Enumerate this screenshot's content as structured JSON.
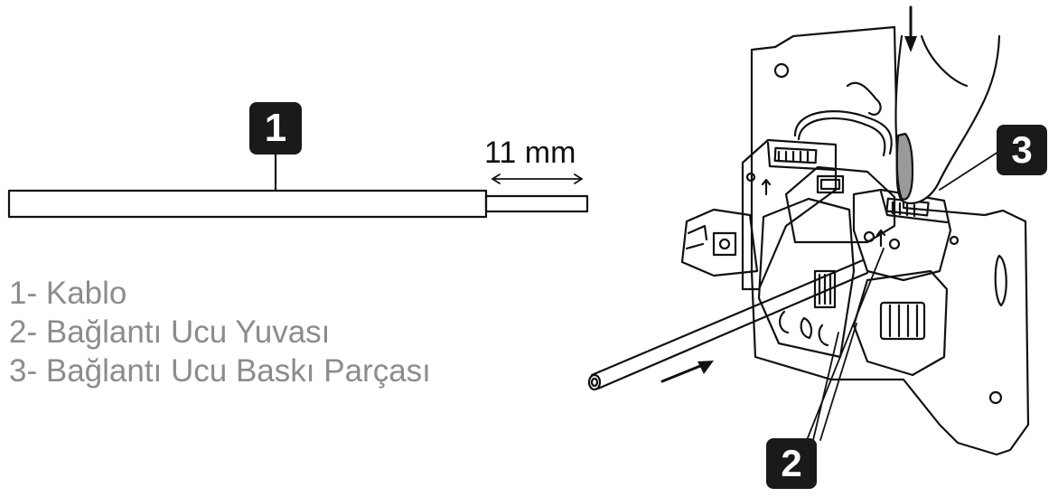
{
  "labels": {
    "cable_number": "1",
    "terminal_socket_number": "2",
    "terminal_press_part_number": "3",
    "strip_length": "11 mm"
  },
  "legend": [
    "1- Kablo",
    "2- Bağlantı Ucu Yuvası",
    "3- Bağlantı Ucu Baskı Parçası"
  ],
  "colors": {
    "badge_background": "#1a1a1a",
    "legend_text": "#8c8c8c",
    "line_art": "#111111",
    "finger_shade": "#9a9a9a"
  }
}
